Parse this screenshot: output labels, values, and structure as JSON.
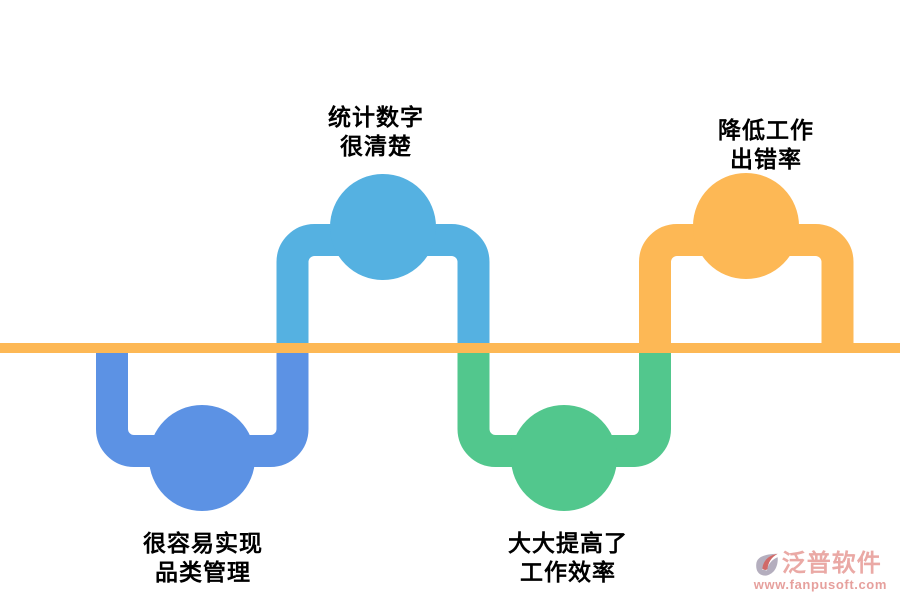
{
  "diagram": {
    "background": "#ffffff",
    "baseline": {
      "color": "#FDB855"
    },
    "nodes": [
      {
        "id": "node-1",
        "position": "below-line",
        "color": "#5C92E4",
        "label_line1": "很容易实现",
        "label_line2": "品类管理"
      },
      {
        "id": "node-2",
        "position": "above-line",
        "color": "#55B1E1",
        "label_line1": "统计数字",
        "label_line2": "很清楚"
      },
      {
        "id": "node-3",
        "position": "below-line",
        "color": "#52C78D",
        "label_line1": "大大提高了",
        "label_line2": "工作效率"
      },
      {
        "id": "node-4",
        "position": "above-line",
        "color": "#FDB855",
        "label_line1": "降低工作",
        "label_line2": "出错率"
      }
    ],
    "watermark": {
      "icon": "fanpu-swoosh-logo-icon",
      "icon_colors": {
        "gray": "#A8A1B3",
        "red": "#C8504E",
        "white": "#FFFFFF"
      },
      "brand": "泛普软件",
      "brand_color": "#E79B96",
      "url": "www.fanpusoft.com",
      "url_color": "#E2908C"
    }
  }
}
